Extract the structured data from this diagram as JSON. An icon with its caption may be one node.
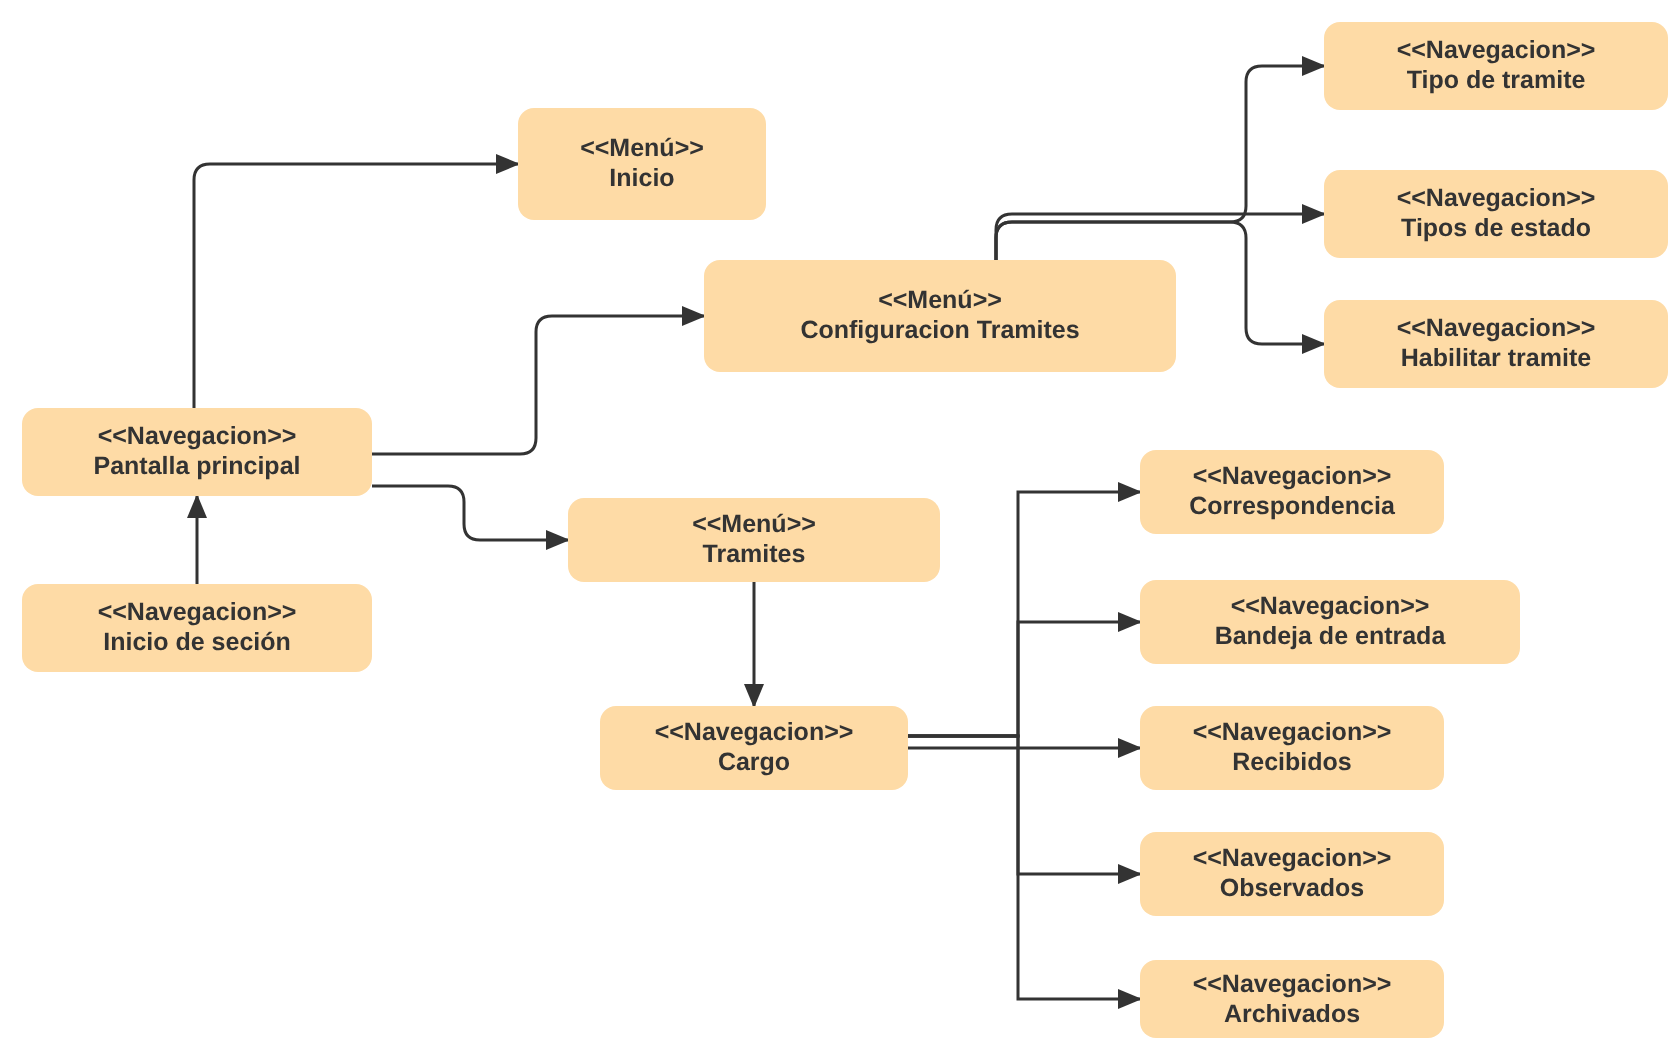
{
  "diagram": {
    "nodes": [
      {
        "text": [
          "<<Menú>>",
          "Inicio"
        ]
      },
      {
        "text": [
          "<<Menú>>",
          "Configuracion Tramites"
        ]
      },
      {
        "text": [
          "<<Navegacion>>",
          "Tipo de tramite"
        ]
      },
      {
        "text": [
          "<<Navegacion>>",
          "Tipos de estado"
        ]
      },
      {
        "text": [
          "<<Navegacion>>",
          "Habilitar tramite"
        ]
      },
      {
        "text": [
          "<<Navegacion>>",
          "Pantalla principal"
        ]
      },
      {
        "text": [
          "<<Menú>>",
          "Tramites"
        ]
      },
      {
        "text": [
          "<<Navegacion>>",
          "Correspondencia"
        ]
      },
      {
        "text": [
          "<<Navegacion>>",
          "Inicio de seción"
        ]
      },
      {
        "text": [
          "<<Navegacion>>",
          "Bandeja de entrada"
        ]
      },
      {
        "text": [
          "<<Navegacion>>",
          "Cargo"
        ]
      },
      {
        "text": [
          "<<Navegacion>>",
          "Recibidos"
        ]
      },
      {
        "text": [
          "<<Navegacion>>",
          "Observados"
        ]
      },
      {
        "text": [
          "<<Navegacion>>",
          "Archivados"
        ]
      }
    ],
    "edges": [
      {
        "from": 8,
        "to": 5,
        "arrow": "to"
      },
      {
        "from": 5,
        "to": 0,
        "arrow": "to"
      },
      {
        "from": 5,
        "to": 1,
        "arrow": "to"
      },
      {
        "from": 5,
        "to": 6,
        "arrow": "to"
      },
      {
        "from": 1,
        "to": 2,
        "arrow": "to"
      },
      {
        "from": 1,
        "to": 3,
        "arrow": "to"
      },
      {
        "from": 1,
        "to": 4,
        "arrow": "to"
      },
      {
        "from": 6,
        "to": 10,
        "arrow": "to"
      },
      {
        "from": 10,
        "to": 7,
        "arrow": "to"
      },
      {
        "from": 10,
        "to": 9,
        "arrow": "to"
      },
      {
        "from": 10,
        "to": 11,
        "arrow": "to"
      },
      {
        "from": 10,
        "to": 12,
        "arrow": "to"
      },
      {
        "from": 10,
        "to": 13,
        "arrow": "to"
      }
    ]
  }
}
